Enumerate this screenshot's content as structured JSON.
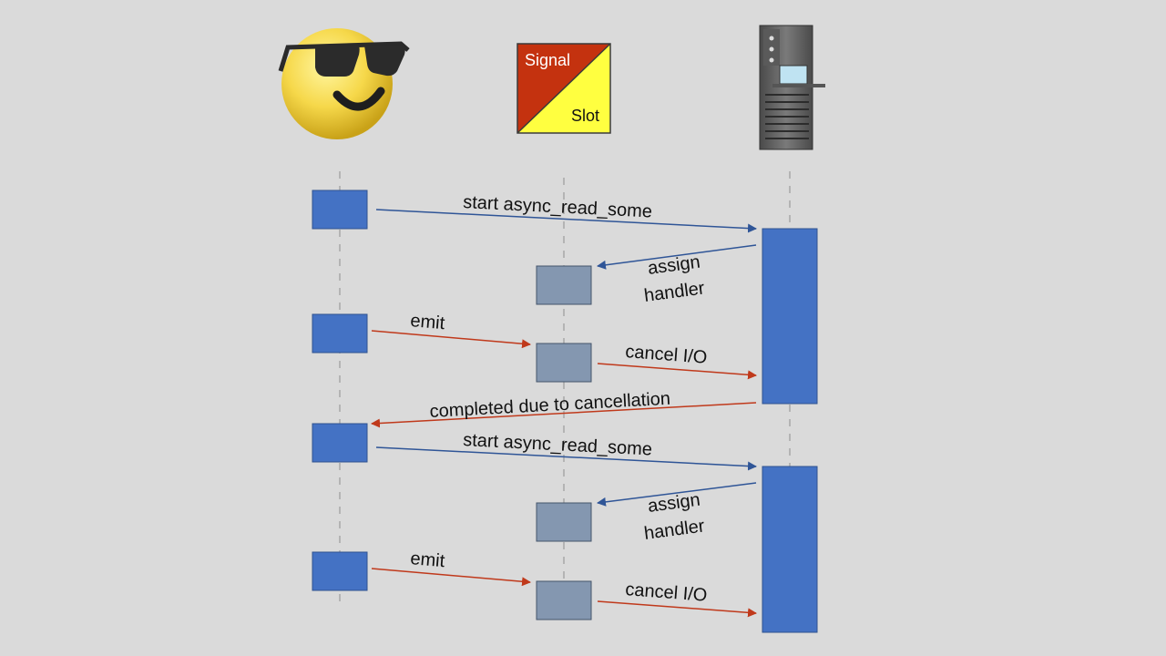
{
  "participants": {
    "user": {
      "icon": "sunglasses-smiley-icon"
    },
    "signal_slot": {
      "top_label": "Signal",
      "bottom_label": "Slot",
      "top_color": "#c4320f",
      "bottom_color": "#ffff40"
    },
    "server": {
      "icon": "server-rack-icon"
    }
  },
  "colors": {
    "activation_user": "#4472c4",
    "activation_slot": "#8497b0",
    "activation_server": "#4472c4",
    "request_arrow": "#2f5597",
    "cancel_arrow": "#c0391b",
    "lifeline": "#b4b4b4"
  },
  "messages": {
    "start_read_1": "start async_read_some",
    "assign_handler_1_line1": "assign",
    "assign_handler_1_line2": "handler",
    "emit_1": "emit",
    "cancel_io_1": "cancel I/O",
    "completed_cancel": "completed due to cancellation",
    "start_read_2": "start async_read_some",
    "assign_handler_2_line1": "assign",
    "assign_handler_2_line2": "handler",
    "emit_2": "emit",
    "cancel_io_2": "cancel I/O"
  }
}
